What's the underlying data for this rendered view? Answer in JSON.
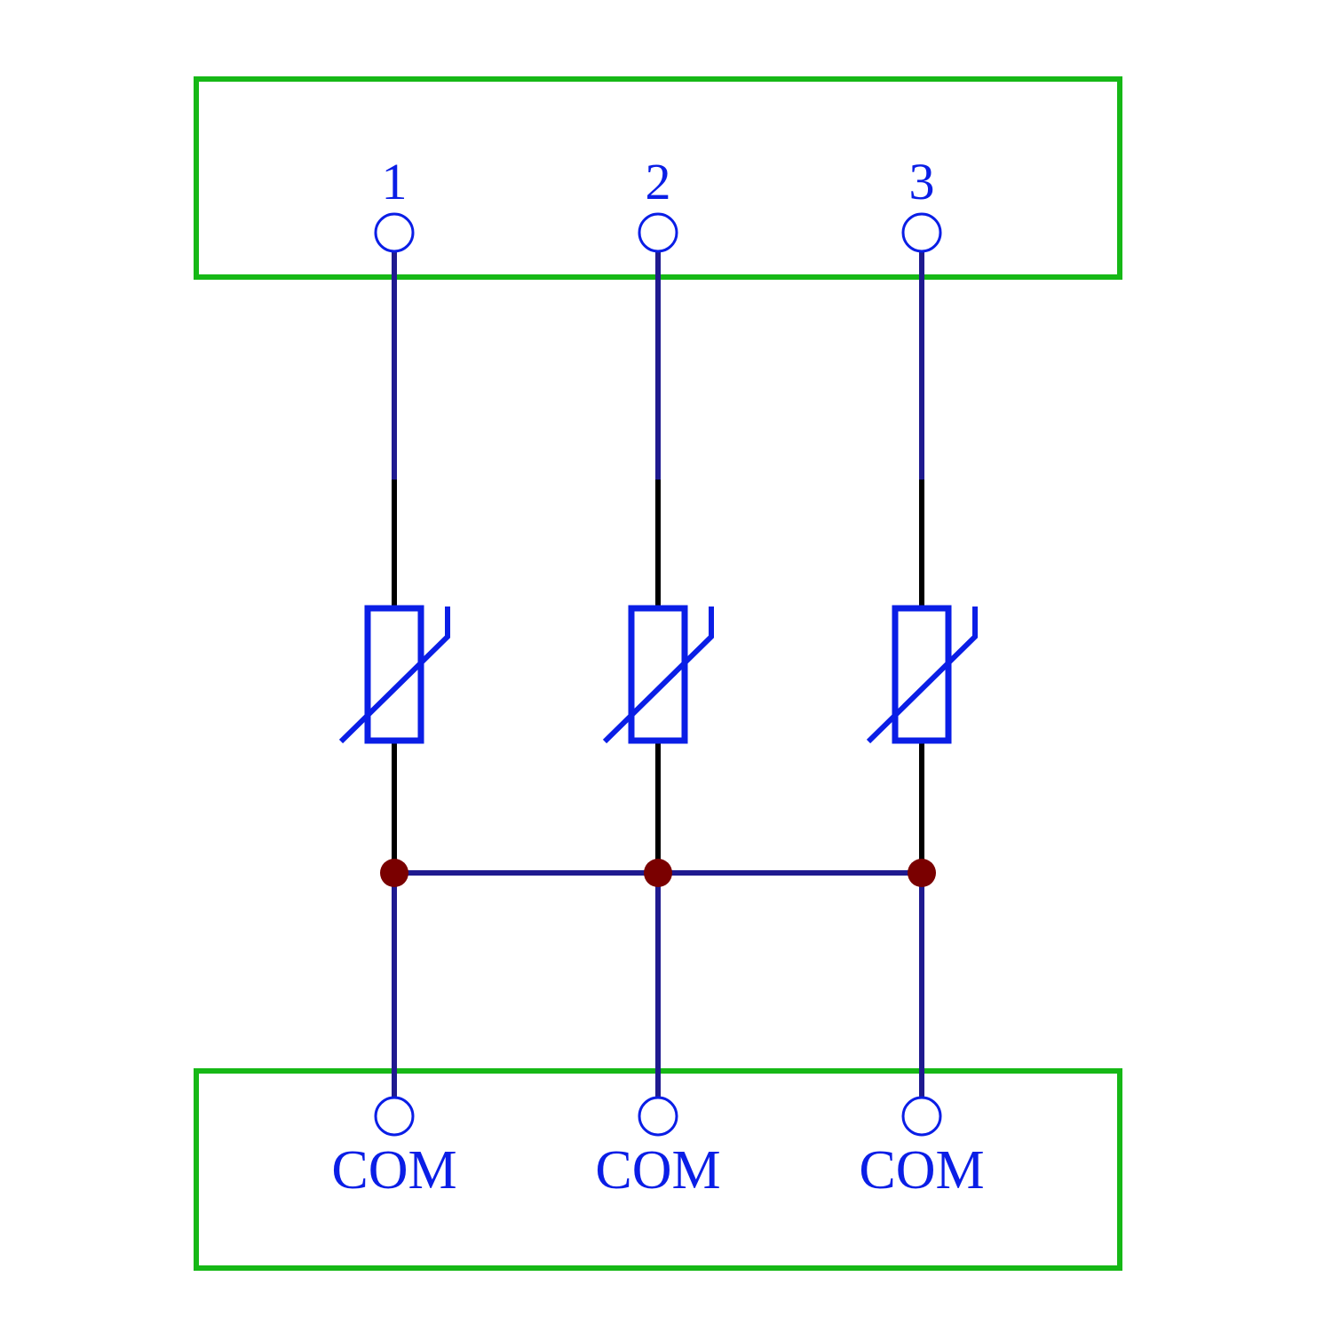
{
  "colors": {
    "terminal_block": "#16b816",
    "wire": "#1f1a8f",
    "lead": "#000000",
    "symbol": "#0a1ee6",
    "junction": "#7a0000",
    "text": "#0a1ee6"
  },
  "top_terminals": [
    {
      "label": "1"
    },
    {
      "label": "2"
    },
    {
      "label": "3"
    }
  ],
  "bottom_terminals": [
    {
      "label": "COM"
    },
    {
      "label": "COM"
    },
    {
      "label": "COM"
    }
  ],
  "components": [
    {
      "icon": "varistor-icon"
    },
    {
      "icon": "varistor-icon"
    },
    {
      "icon": "varistor-icon"
    }
  ]
}
